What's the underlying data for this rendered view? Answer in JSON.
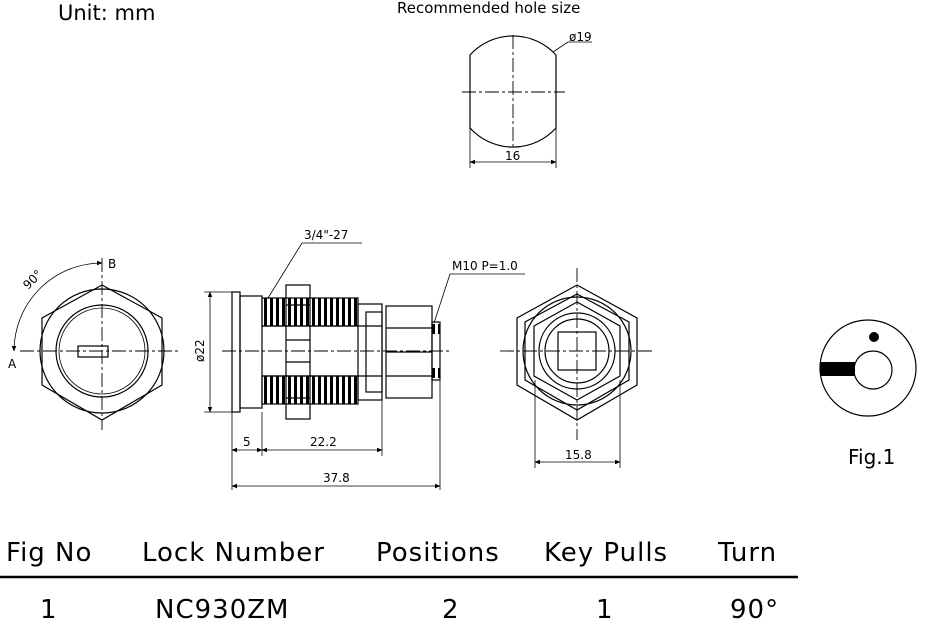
{
  "header": {
    "unit": "Unit:  mm",
    "hole_title": "Recommended  hole  size"
  },
  "hole": {
    "diameter": "ø19",
    "width": "16"
  },
  "front_view": {
    "angle": "90°",
    "label_a": "A",
    "label_b": "B"
  },
  "side_view": {
    "thread": "3/4\"-27",
    "nut_thread": "M10  P=1.0",
    "face_dia": "ø22",
    "dim_5": "5",
    "dim_22_2": "22.2",
    "dim_37_8": "37.8"
  },
  "rear_view": {
    "width": "15.8"
  },
  "fig1": {
    "caption": "Fig.1"
  },
  "table": {
    "headers": [
      "Fig  No",
      "Lock  Number",
      "Positions",
      "Key  Pulls",
      "Turn"
    ],
    "rows": [
      [
        "1",
        "NC930ZM",
        "2",
        "1",
        "90°"
      ]
    ]
  }
}
